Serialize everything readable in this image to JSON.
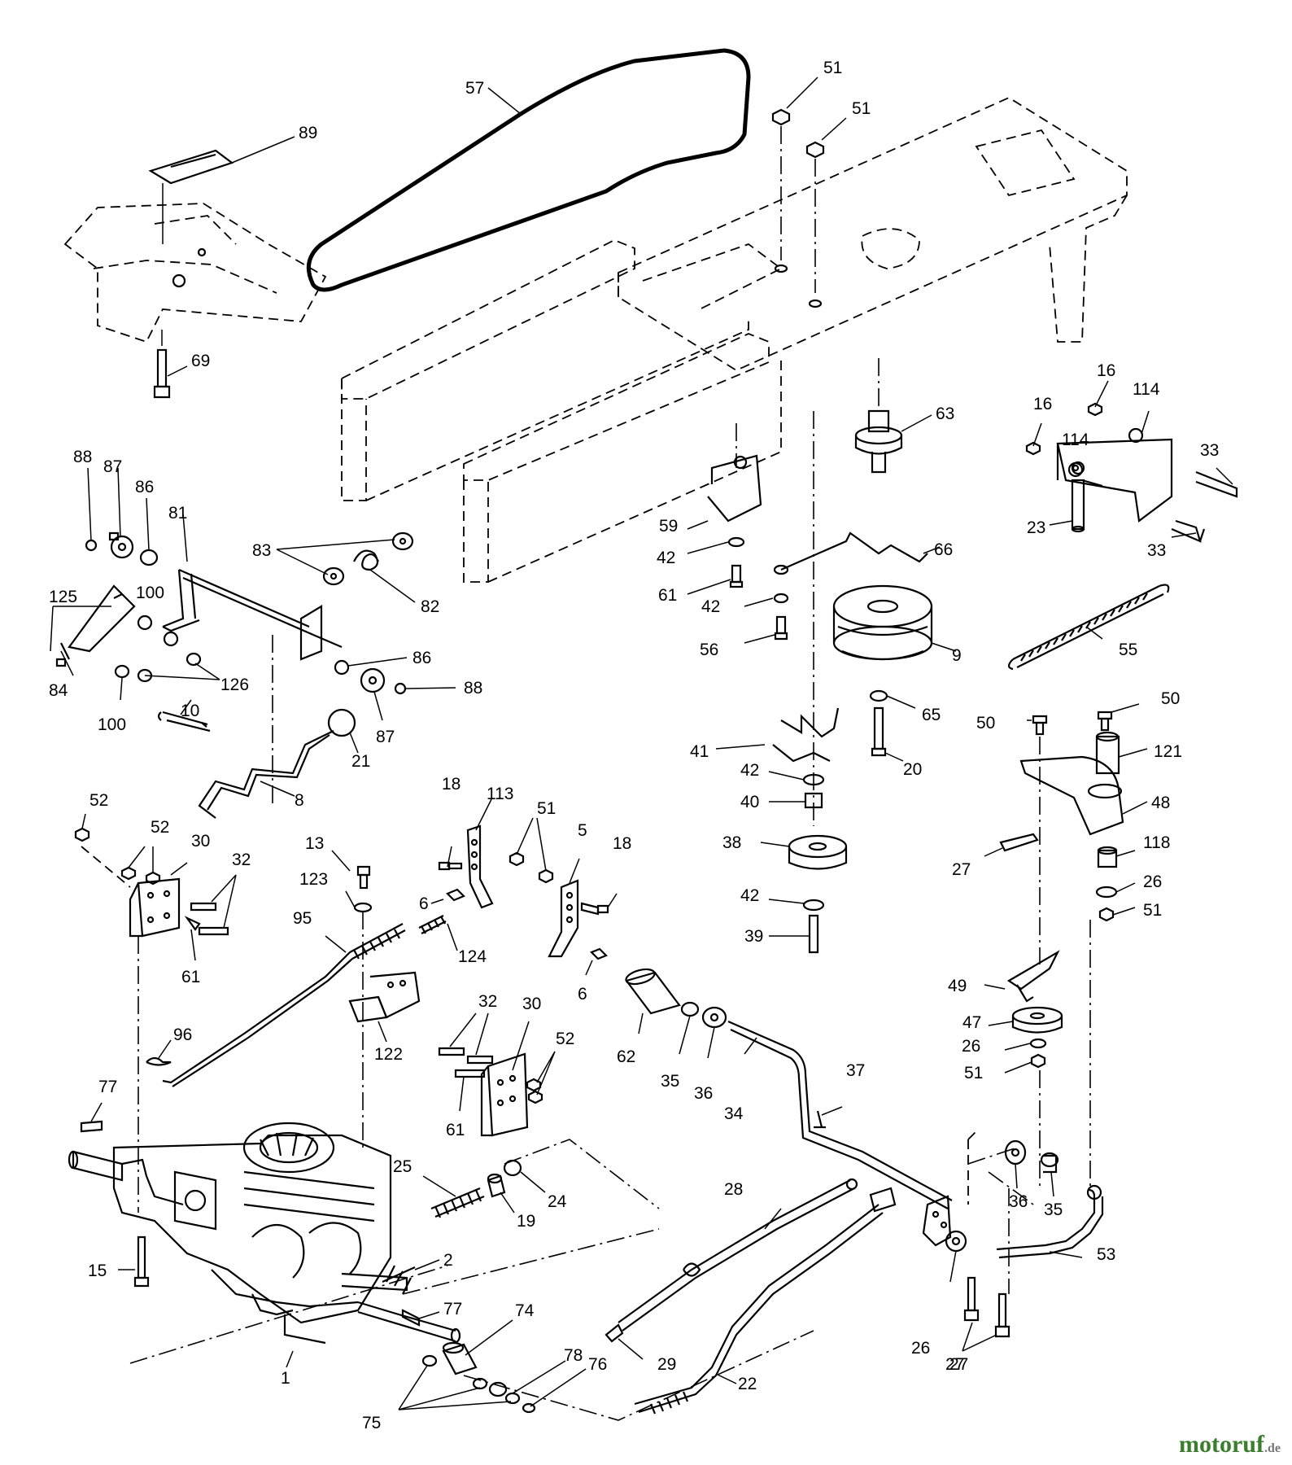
{
  "callouts": [
    "57",
    "51",
    "51",
    "89",
    "69",
    "63",
    "16",
    "16",
    "114",
    "114",
    "33",
    "33",
    "23",
    "88",
    "87",
    "86",
    "81",
    "83",
    "82",
    "125",
    "100",
    "84",
    "100",
    "126",
    "86",
    "87",
    "88",
    "10",
    "21",
    "8",
    "59",
    "42",
    "61",
    "66",
    "42",
    "56",
    "9",
    "55",
    "65",
    "20",
    "41",
    "42",
    "40",
    "38",
    "42",
    "39",
    "50",
    "50",
    "121",
    "48",
    "118",
    "27",
    "26",
    "51",
    "52",
    "52",
    "30",
    "32",
    "61",
    "13",
    "123",
    "95",
    "124",
    "122",
    "96",
    "18",
    "113",
    "51",
    "5",
    "18",
    "6",
    "6",
    "32",
    "30",
    "52",
    "61",
    "62",
    "35",
    "36",
    "34",
    "37",
    "49",
    "47",
    "26",
    "51",
    "77",
    "25",
    "24",
    "19",
    "15",
    "2",
    "77",
    "1",
    "28",
    "29",
    "22",
    "74",
    "78",
    "76",
    "75",
    "36",
    "35",
    "26",
    "27",
    "27",
    "53"
  ],
  "watermark": {
    "main": "motoruf",
    "suffix": ".de"
  }
}
